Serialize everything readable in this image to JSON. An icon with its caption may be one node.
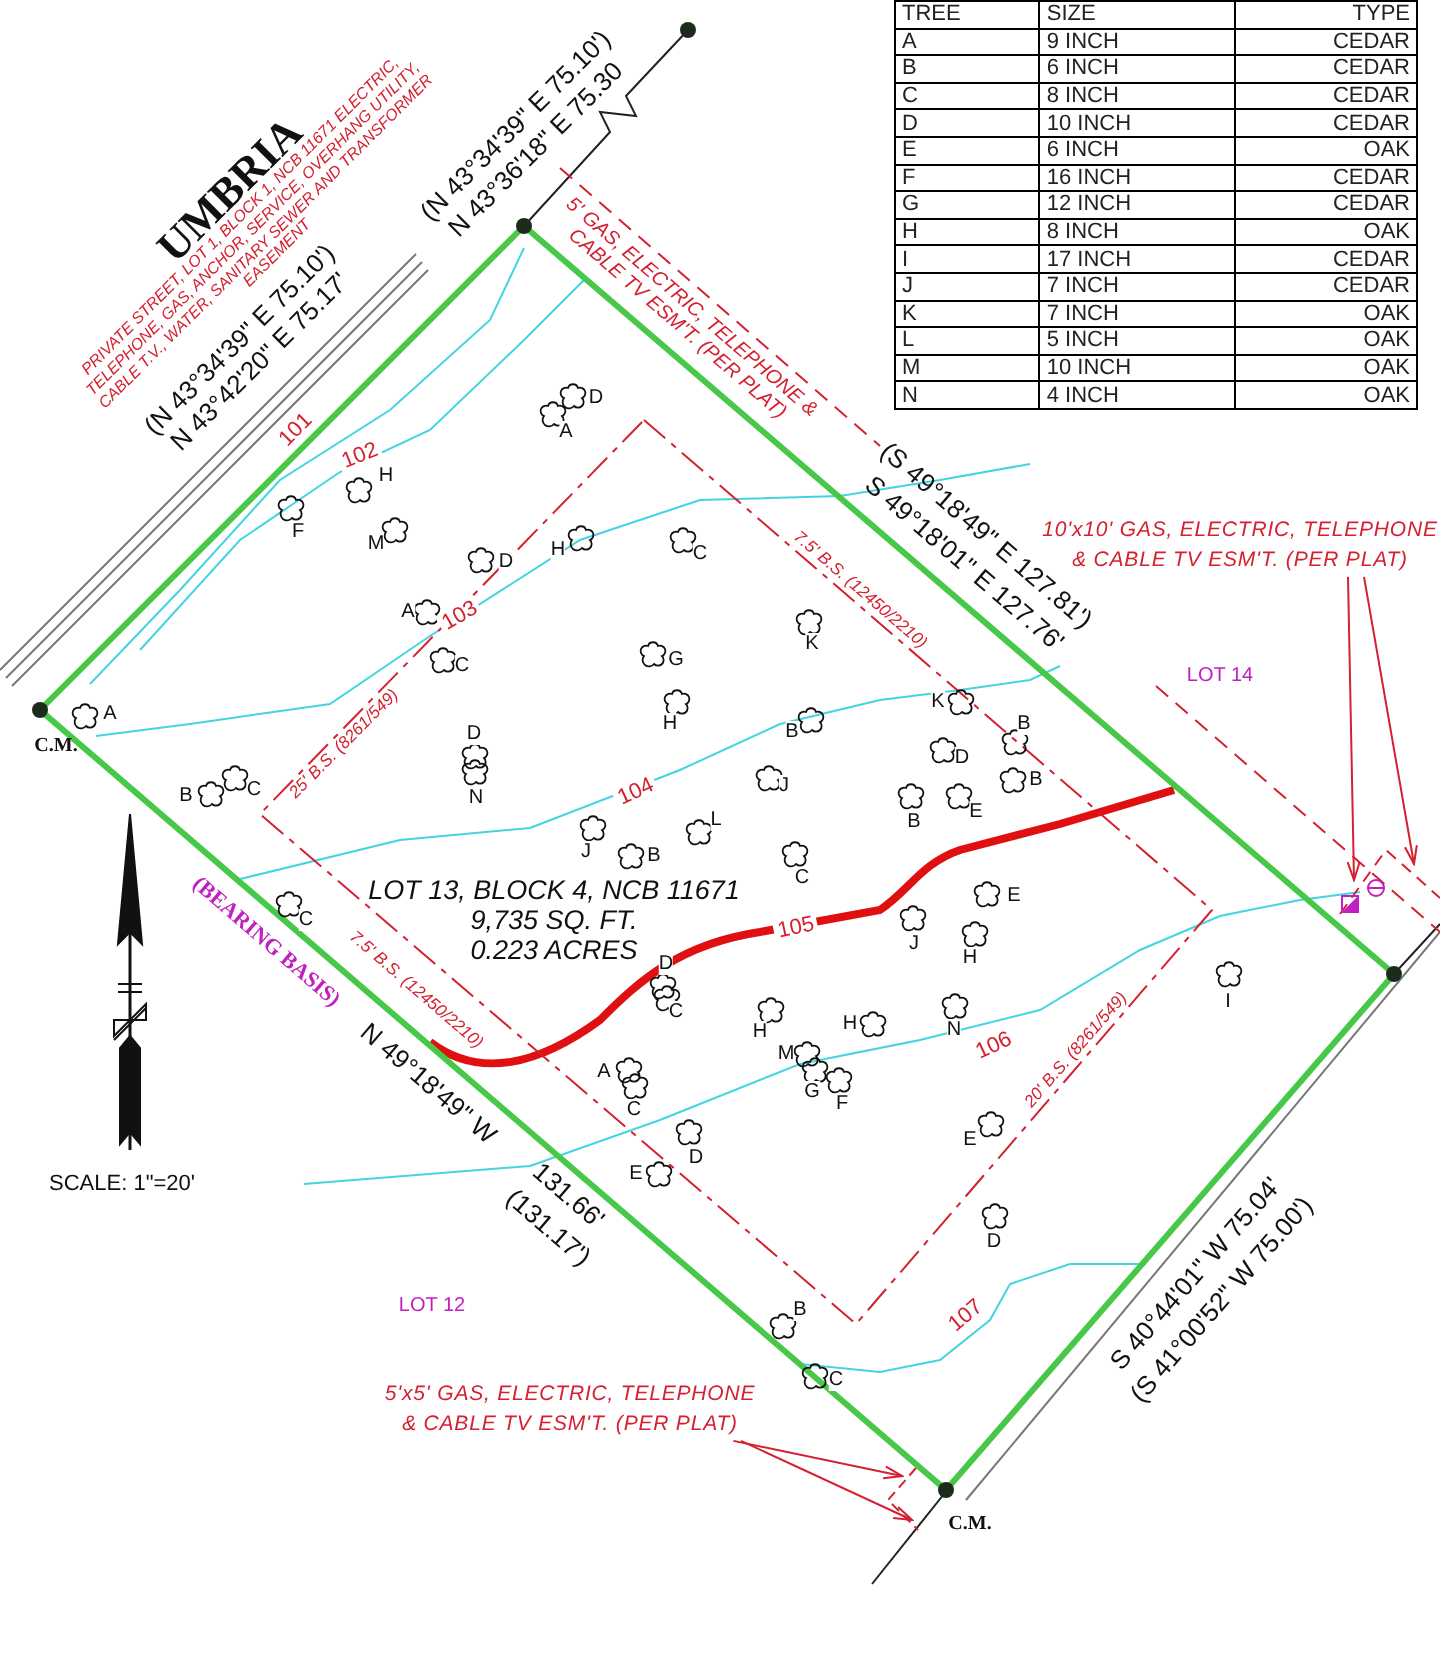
{
  "diagram": {
    "nodes": [
      {
        "text": [
          "10'x10' GAS, ELECTRIC, TELEPHONE & CABLE TV ESM'T. (PER PLAT)"
        ]
      },
      {
        "text": [
          "5'x5' GAS, ELECTRIC, TELEPHONE & CABLE TV ESM'T. (PER PLAT)"
        ]
      }
    ],
    "edges": [
      {
        "from": 0,
        "to": null,
        "arrow": "to"
      },
      {
        "from": 0,
        "to": null,
        "arrow": "to"
      },
      {
        "from": 1,
        "to": null,
        "arrow": "to"
      },
      {
        "from": 1,
        "to": null,
        "arrow": "to"
      }
    ],
    "labels": [
      "UMBRIA",
      "PRIVATE STREET, LOT 1, BLOCK 1, NCB 11671 ELECTRIC, TELEPHONE, GAS, ANCHOR, SERVICE, OVERHANG UTILITY, CABLE T.V., WATER, SANITARY SEWER AND TRANSFORMER EASEMENT",
      "(N 43°34'39\" E 75.10')",
      "N 43°42'20\" E 75.17'",
      "(N 43°34'39\" E 75.10')",
      "N 43°36'18\" E 75.30",
      "TREE",
      "SIZE",
      "TYPE",
      "A",
      "9 INCH",
      "CEDAR",
      "B",
      "6 INCH",
      "CEDAR",
      "C",
      "8 INCH",
      "CEDAR",
      "D",
      "10 INCH",
      "CEDAR",
      "E",
      "6 INCH",
      "OAK",
      "F",
      "16 INCH",
      "CEDAR",
      "G",
      "12 INCH",
      "CEDAR",
      "H",
      "8 INCH",
      "OAK",
      "I",
      "17 INCH",
      "CEDAR",
      "J",
      "7 INCH",
      "CEDAR",
      "K",
      "7 INCH",
      "OAK",
      "L",
      "5 INCH",
      "OAK",
      "M",
      "10 INCH",
      "OAK",
      "N",
      "4 INCH",
      "OAK",
      "5' GAS, ELECTRIC, TELEPHONE & CABLE TV ESM'T. (PER PLAT)",
      "(S 49°18'49\" E 127.81')",
      "S 49°18'01\" E 127.76'",
      "101",
      "102",
      "7.5' B.S. (12450/2210)",
      "LOT 14",
      "C.M.",
      "103",
      "25' B.S. (8261/549)",
      "104",
      "LOT 13, BLOCK 4, NCB 11671",
      "9,735 SQ. FT.",
      "0.223 ACRES",
      "105",
      "(BEARING BASIS)",
      "7.5' B.S. (12450/2210)",
      "N 49°18'49\" W",
      "106",
      "20' B.S. (8261/549)",
      "131.66'",
      "(131.17')",
      "SCALE: 1\"=20'",
      "LOT 12",
      "S 40°44'01\" W 75.04'",
      "(S 41°00'52\" W 75.00')",
      "107",
      "C.M.",
      "D",
      "A",
      "H",
      "F",
      "M",
      "D",
      "H",
      "C",
      "A",
      "C",
      "G",
      "K",
      "H",
      "A",
      "B",
      "C",
      "D",
      "N",
      "K",
      "B",
      "D",
      "B",
      "B",
      "E",
      "B",
      "J",
      "L",
      "B",
      "C",
      "J",
      "C",
      "E",
      "J",
      "H",
      "D",
      "C",
      "H",
      "H",
      "N",
      "M",
      "G",
      "F",
      "A",
      "C",
      "D",
      "E",
      "E",
      "I",
      "D",
      "B",
      "C"
    ]
  }
}
